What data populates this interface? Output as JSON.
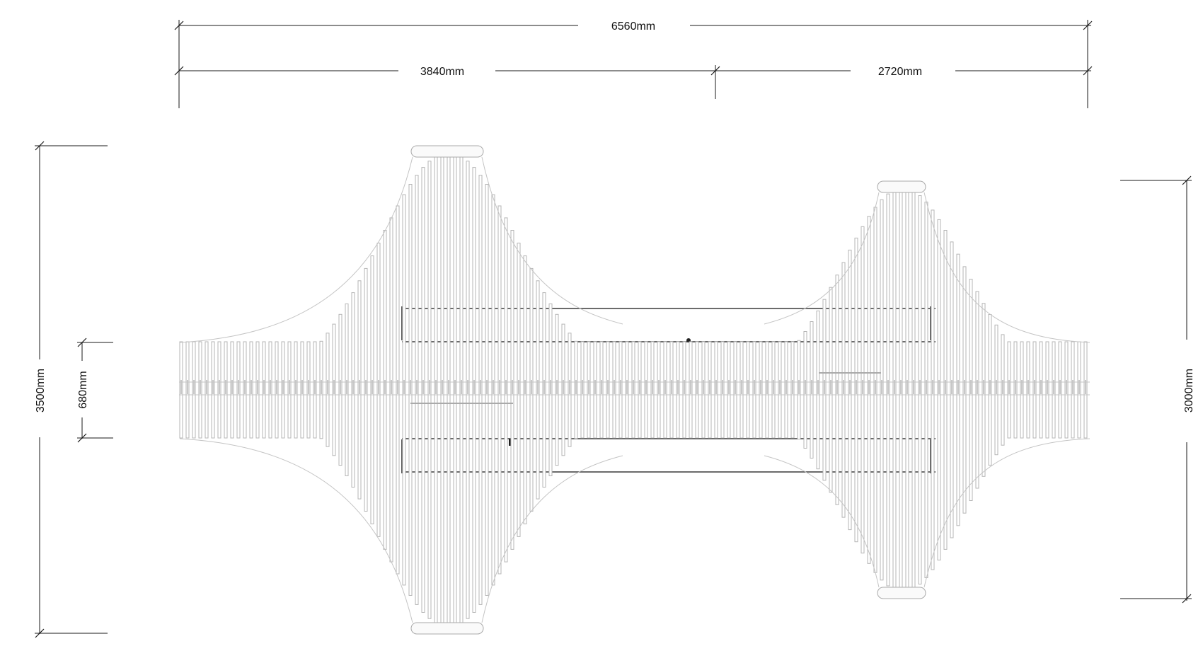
{
  "dimensions": {
    "overall_length": "6560mm",
    "left_section_length": "3840mm",
    "right_section_length": "2720mm",
    "left_section_width": "3500mm",
    "central_band_width": "680mm",
    "right_section_width": "3000mm"
  },
  "colors": {
    "line": "#1a1a1a",
    "slat": "#b5b5b5",
    "frame": "#3a3a3a"
  }
}
